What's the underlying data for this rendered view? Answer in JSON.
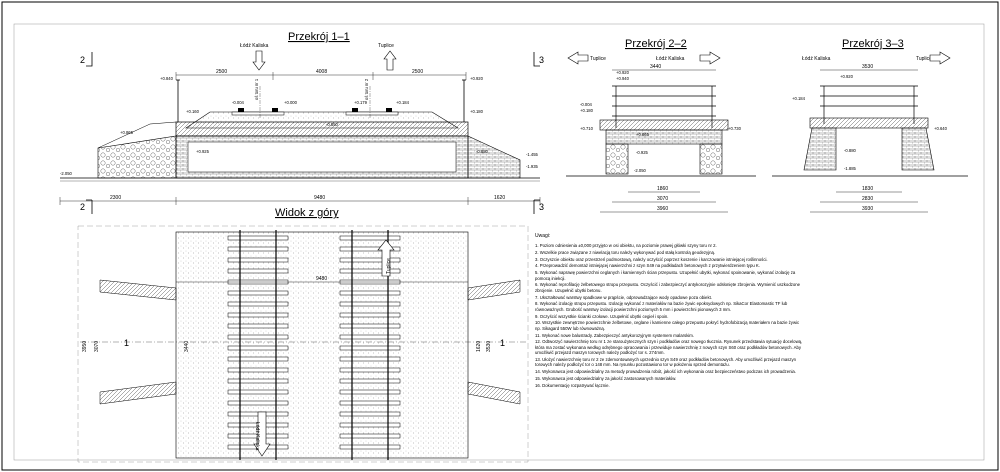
{
  "sections": {
    "s11": {
      "title": "Przekrój 1–1",
      "left_station": "Łódź Kaliska",
      "right_station": "Tuplice",
      "mark_left": "2",
      "mark_right": "3",
      "top_dims": [
        "2500",
        "4008",
        "2500"
      ],
      "bottom_dims": [
        "2300",
        "9480",
        "1620"
      ],
      "levels": [
        "+0.840",
        "+0.920",
        "-0.004",
        "+0.000",
        "+0.179",
        "+0.184",
        "+0.160",
        "+0.180",
        "-0.550",
        "+0.865",
        "+0.925",
        "-0.880",
        "-1.455",
        "-1.935",
        "-2.050"
      ],
      "rail_notes": [
        "oś toru nr 1",
        "oś toru nr 2"
      ]
    },
    "s22": {
      "title": "Przekrój 2–2",
      "left_station": "Tuplice",
      "right_station": "Łódź Kaliska",
      "top_dim": "3440",
      "bottom_dims": [
        "1860",
        "3070",
        "3960"
      ],
      "levels": [
        "+0.940",
        "+0.920",
        "-0.004",
        "+0.180",
        "+0.710",
        "+0.865",
        "+0.730",
        "-0.925",
        "-2.050"
      ]
    },
    "s33": {
      "title": "Przekrój 3–3",
      "left_station": "Łódź Kaliska",
      "right_station": "Tuplice",
      "top_dim": "3530",
      "bottom_dims": [
        "1830",
        "2830",
        "3930"
      ],
      "levels": [
        "+0.920",
        "+0.184",
        "+0.640",
        "-0.880",
        "-1.885"
      ]
    },
    "plan": {
      "title": "Widok z góry",
      "mid_dim": "9480",
      "left_dims": [
        "3950",
        "3070",
        "3440"
      ],
      "right_dims": [
        "1620",
        "3530"
      ],
      "cut_label": "1",
      "stations": [
        "Tuplice",
        "Łódź Kaliska"
      ]
    }
  },
  "notes": {
    "heading": "Uwagi:",
    "items": [
      "1. Poziom odniesienia ±0,000 przyjęto w osi obiektu, na poziomie prawej główki szyny toru nr 2.",
      "2. Wszelkie prace związane z niwelacją toru należy wykonywać pod stałą kontrolą geodezyjną.",
      "3. Oczyszcie obiektu oraz przestrzeń podmostową, należy oczyścić poprzez koszenie i karczowanie istniejącej roślinności.",
      "4. Przeprowadzić demontaż istniejącej nawierzchni z szyn S49 na podkładach betonowych z przytwierdzeniem typu K.",
      "5. Wykonać naprawę powierzchni ceglanych i kamiennych ścian przepustu. Uzupełnić ubytki, wykonać spoinowanie, wykonać izolację za pomocą iniekcji.",
      "6. Wykonać reprofilację żelbetowego stropu przepustu. Oczyścić i zabezpieczyć antykorozyjnie odsłonięte zbrojenia. Wymienić uszkodzone zbrojenie. Uzupełnić ubytki betonu.",
      "7. Ukształtować warstwy spadkowe w prąpście, odprowadzające wody opadowe poza obiekt.",
      "8. Wykonać izolację stropu przepustu. Izolację wykonać z materiałów na bazie żywic epoksydowych np. SikaCor Elastomastic TF lub równoważnych. Grubość warstwy izolacji powierzchni poziomych 5 mm i powierzchni pionowych 3 mm.",
      "9. Oczyścić wszystkie ścianki czołowe. Uzupełnić ubytki cegieł i spoin.",
      "10. Wszystkie zewnętrzne powierzchnie żelbetowe, ceglane i kamienne całego przepustu pokryć hydrofobizacją materiałem na bazie żywic np. Sikagard 550W lub równoważną.",
      "11. Wykonać nowe balustrady. Zabezpieczyć antykorozyjnym systemem malarskim.",
      "12. Odtworzyć nawierzchnię toru nr 1 ze staroużytecznych szyn i podkładów oraz nowego tłucznia. Rysunek przedstawia sytuację docelową, która ma zostać wykonana według odrębnego opracowania i przewiduje nawierzchnię z nowych szyn S60 oraz podkładów betonowych. Aby umożliwić przejazd maszyn torowych należy podłożyć tor s. 274mm.",
      "13. Ułożyć nawierzchnię toru nr 2 ze zdemontowanych uprzednio szyn S49 oraz podkładów betonowych. Aby umożliwić przejazd maszyn torowych należy podłożyć tor o 148 mm. Na rysunku pozostawiono tor w położeniu sprzed demontażu.",
      "14. Wykonawca jest odpowiedzialny za metody prowadzenia robót, jakość ich wykonania oraz bezpieczeństwo podczas ich prowadzenia.",
      "15. Wykonawca jest odpowiedzialny za jakość zastosowanych materiałów.",
      "16. Dokumentację rozpatrywać łącznie."
    ]
  }
}
